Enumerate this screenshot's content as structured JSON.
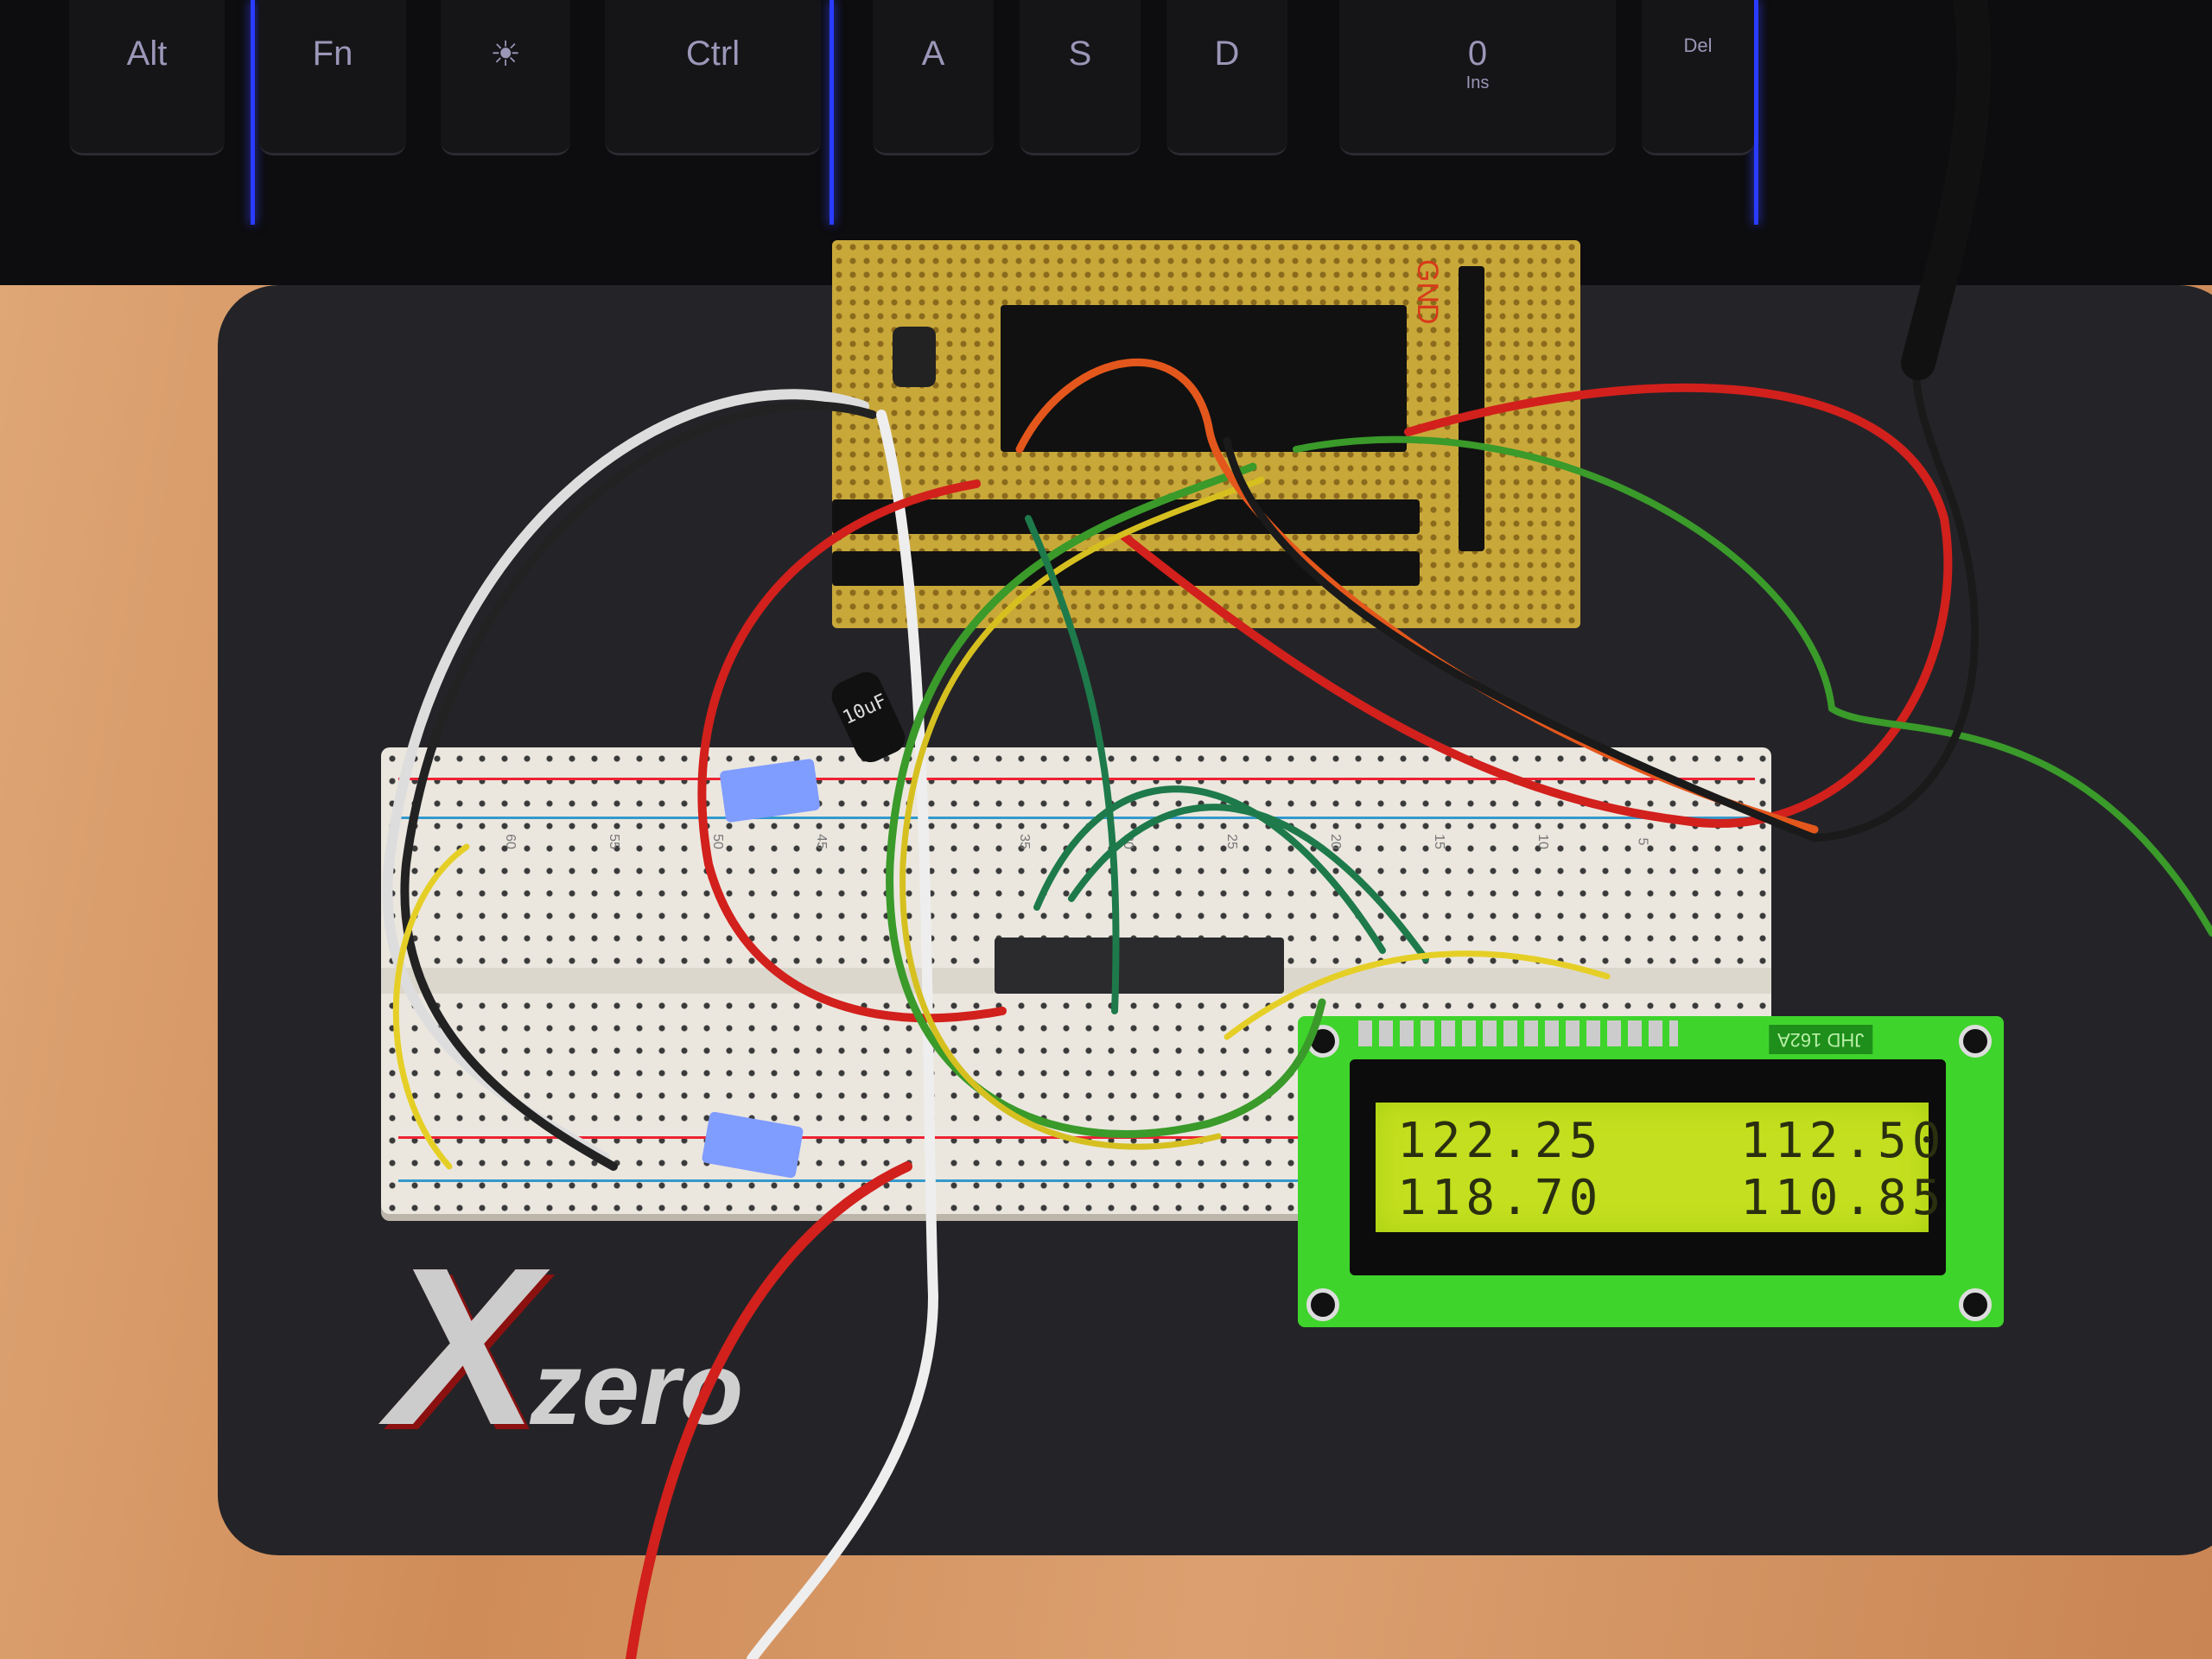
{
  "keyboard": {
    "keys": [
      "Alt",
      "Fn",
      "☀",
      "Ctrl",
      "A",
      "S",
      "D",
      "0",
      "Del"
    ],
    "sublabels": {
      "ins": "Ins"
    }
  },
  "perfboard": {
    "silkscreen": "GND"
  },
  "capacitor": {
    "label": "10uF"
  },
  "breadboard": {
    "column_numbers": [
      "60",
      "55",
      "50",
      "45",
      "35",
      "30",
      "25",
      "20",
      "15",
      "10",
      "5"
    ]
  },
  "mat_logo": {
    "text_x": "X",
    "text_zero": "zero"
  },
  "lcd": {
    "model": "JHD 162A",
    "line1": "122.25    112.50",
    "line2": "118.70    110.85",
    "backlight_color": "#c3df1f",
    "pcb_color": "#3fd42c"
  }
}
